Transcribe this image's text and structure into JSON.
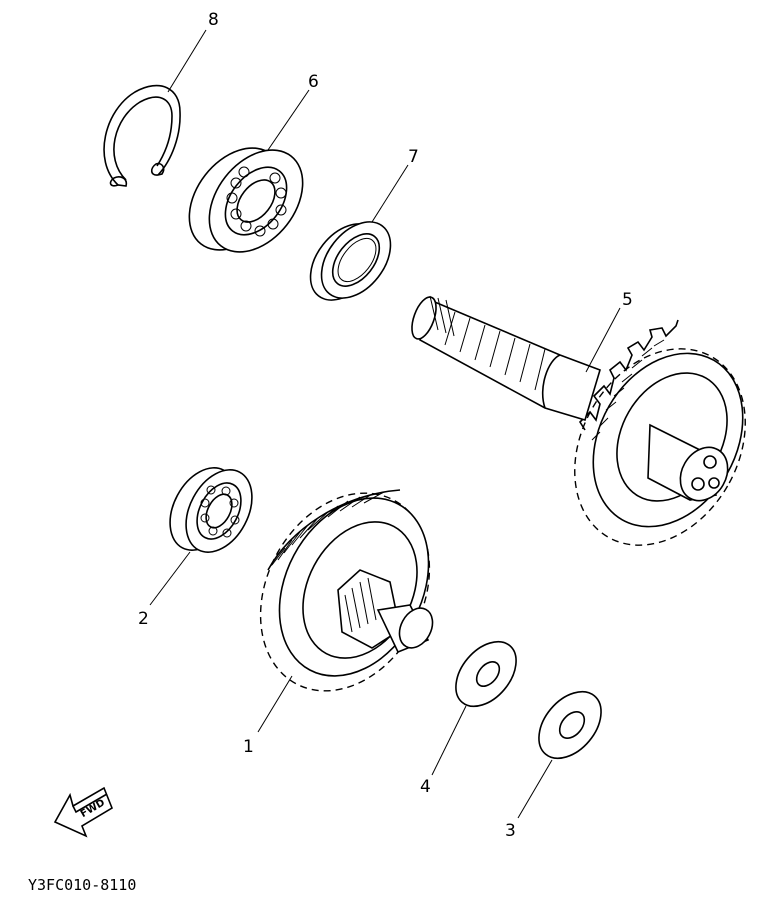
{
  "parts": [
    {
      "number": "1",
      "name_key": "drive-gear"
    },
    {
      "number": "2",
      "name_key": "bearing-small"
    },
    {
      "number": "3",
      "name_key": "washer-lower"
    },
    {
      "number": "4",
      "name_key": "washer-upper"
    },
    {
      "number": "5",
      "name_key": "output-shaft"
    },
    {
      "number": "6",
      "name_key": "bearing-large"
    },
    {
      "number": "7",
      "name_key": "oil-seal"
    },
    {
      "number": "8",
      "name_key": "circlip"
    }
  ],
  "fwd_label": "FWD",
  "drawing_code": "Y3FC010-8110"
}
